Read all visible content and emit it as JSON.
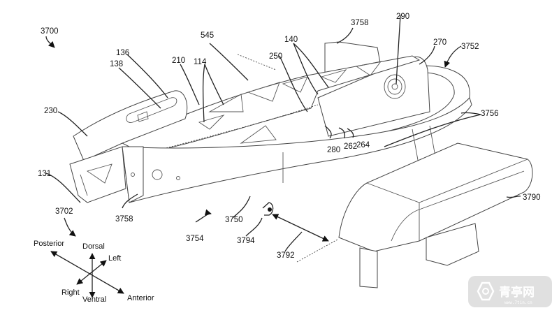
{
  "figure": {
    "figure_number": "3700",
    "reference_labels": {
      "l3700": "3700",
      "l545": "545",
      "l136": "136",
      "l138": "138",
      "l210": "210",
      "l114": "114",
      "l230": "230",
      "l140": "140",
      "l250": "250",
      "l3758_top": "3758",
      "l290": "290",
      "l270": "270",
      "l3752": "3752",
      "l3756": "3756",
      "l280": "280",
      "l262": "262",
      "l264": "264",
      "l131": "131",
      "l3758_bottom": "3758",
      "l3702": "3702",
      "l3754": "3754",
      "l3750": "3750",
      "l3794": "3794",
      "l3792": "3792",
      "l3790": "3790"
    },
    "orientation_key": {
      "posterior": "Posterior",
      "dorsal": "Dorsal",
      "left": "Left",
      "right": "Right",
      "ventral": "Ventral",
      "anterior": "Anterior"
    }
  },
  "watermark": {
    "text": "青亭网",
    "subtext": "www.7tin.cn"
  }
}
